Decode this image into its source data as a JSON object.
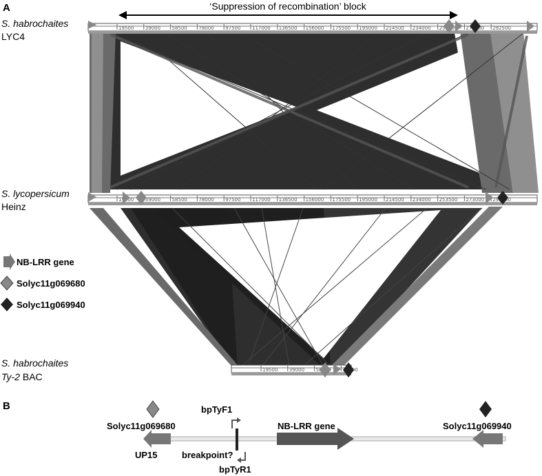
{
  "panel_a": {
    "label": "A",
    "block_label": "‘Suppression of recombination’ block",
    "genomes": [
      {
        "species": "S. habrochaites",
        "line2": "LYC4",
        "line2_italic": false,
        "ticks": [
          "19500",
          "39000",
          "58500",
          "78000",
          "97500",
          "117000",
          "136500",
          "156000",
          "175500",
          "195000",
          "214500",
          "234000",
          "253500",
          "273000",
          "292500"
        ]
      },
      {
        "species": "S. lycopersicum",
        "line2": "Heinz",
        "line2_italic": false,
        "ticks": [
          "19500",
          "39000",
          "58500",
          "78000",
          "97500",
          "117000",
          "136500",
          "156000",
          "175500",
          "195000",
          "214500",
          "234000",
          "253500",
          "273000",
          "292500"
        ]
      },
      {
        "species": "S. habrochaites",
        "line2": "Ty-2",
        "line2_suffix": " BAC",
        "line2_italic": true,
        "ticks": [
          "19500",
          "39000",
          "58500",
          "78000"
        ]
      }
    ],
    "legend": [
      {
        "label": "NB-LRR gene",
        "icon": "arrow-icon",
        "color": "#777777"
      },
      {
        "label": "Solyc11g069680",
        "icon": "diamond-icon",
        "color": "#888888"
      },
      {
        "label": "Solyc11g069940",
        "icon": "diamond-icon",
        "color": "#222222"
      }
    ]
  },
  "panel_b": {
    "label": "B",
    "left_gene": "Solyc11g069680",
    "right_gene": "Solyc11g069940",
    "nb_lrr": "NB-LRR gene",
    "up15": "UP15",
    "primer_f": "bpTyF1",
    "primer_r": "bpTyR1",
    "breakpoint": "breakpoint?"
  },
  "colors": {
    "dark_band": "#1e1e1e",
    "mid_band": "#6a6a6a",
    "light_band": "#8f8f8f"
  }
}
